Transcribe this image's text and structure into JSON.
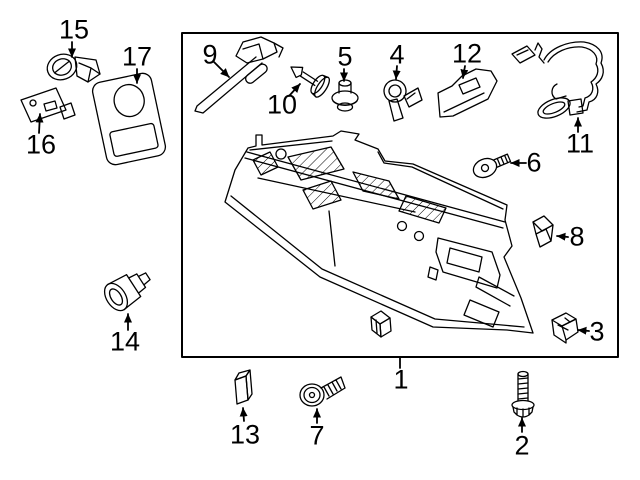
{
  "diagram": {
    "kind": "exploded-parts-diagram",
    "colors": {
      "background": "#ffffff",
      "line": "#000000",
      "label_text": "#000000"
    }
  },
  "parts": [
    {
      "label": "1"
    },
    {
      "label": "2"
    },
    {
      "label": "3"
    },
    {
      "label": "4"
    },
    {
      "label": "5"
    },
    {
      "label": "6"
    },
    {
      "label": "7"
    },
    {
      "label": "8"
    },
    {
      "label": "9"
    },
    {
      "label": "10"
    },
    {
      "label": "11"
    },
    {
      "label": "12"
    },
    {
      "label": "13"
    },
    {
      "label": "14"
    },
    {
      "label": "15"
    },
    {
      "label": "16"
    },
    {
      "label": "17"
    }
  ]
}
